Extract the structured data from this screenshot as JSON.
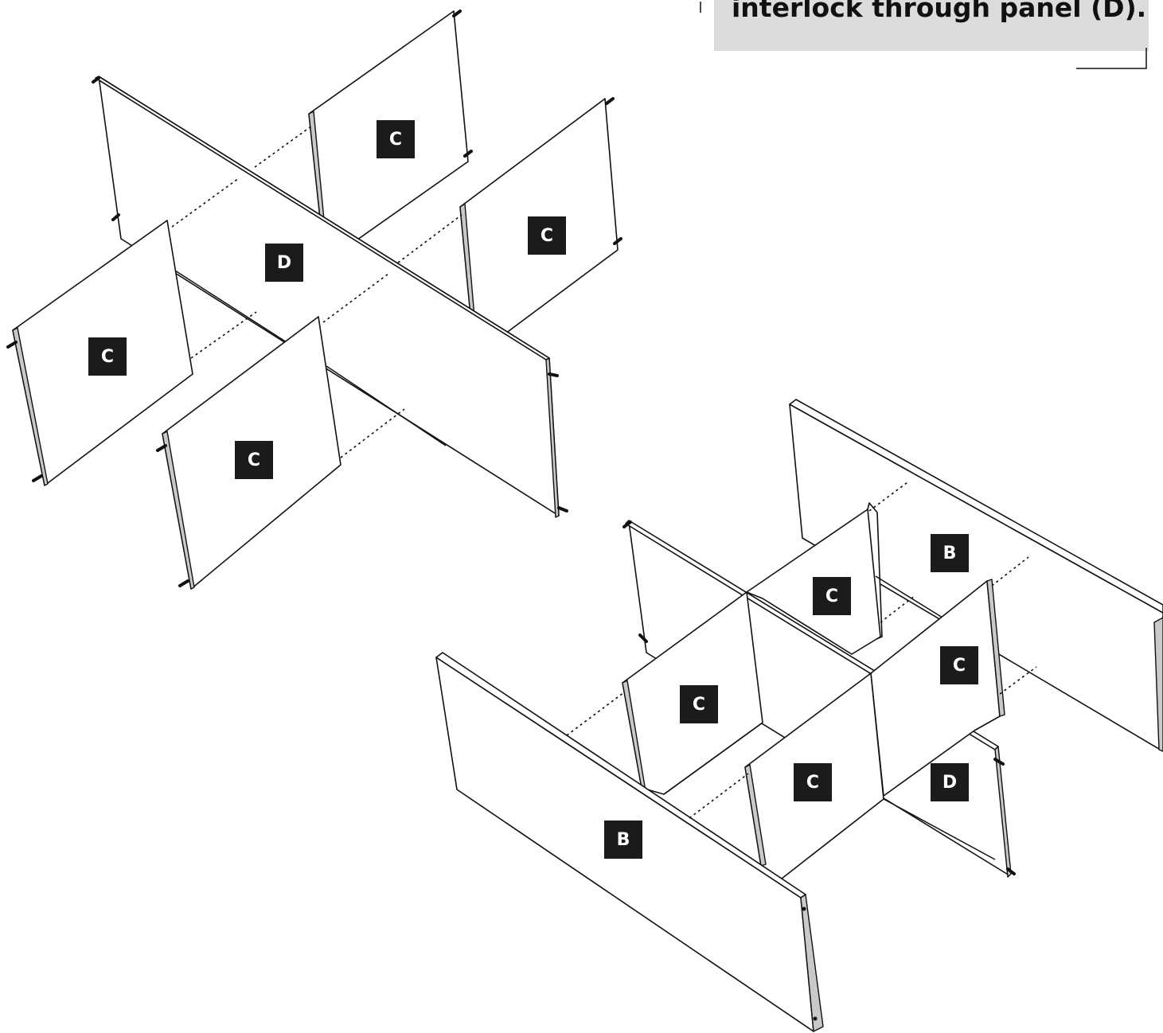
{
  "callout": {
    "text": "interlock through panel (D)."
  },
  "labels": {
    "top_c1": "C",
    "top_c2": "C",
    "top_c3": "C",
    "top_c4": "C",
    "top_d": "D",
    "bot_b1": "B",
    "bot_b2": "B",
    "bot_c1": "C",
    "bot_c2": "C",
    "bot_c3": "C",
    "bot_c4": "C",
    "bot_d": "D"
  },
  "colors": {
    "label_bg": "#1b1b1b",
    "callout_bg": "#dcdcdc",
    "panel_edge": "#c9c9c9"
  }
}
